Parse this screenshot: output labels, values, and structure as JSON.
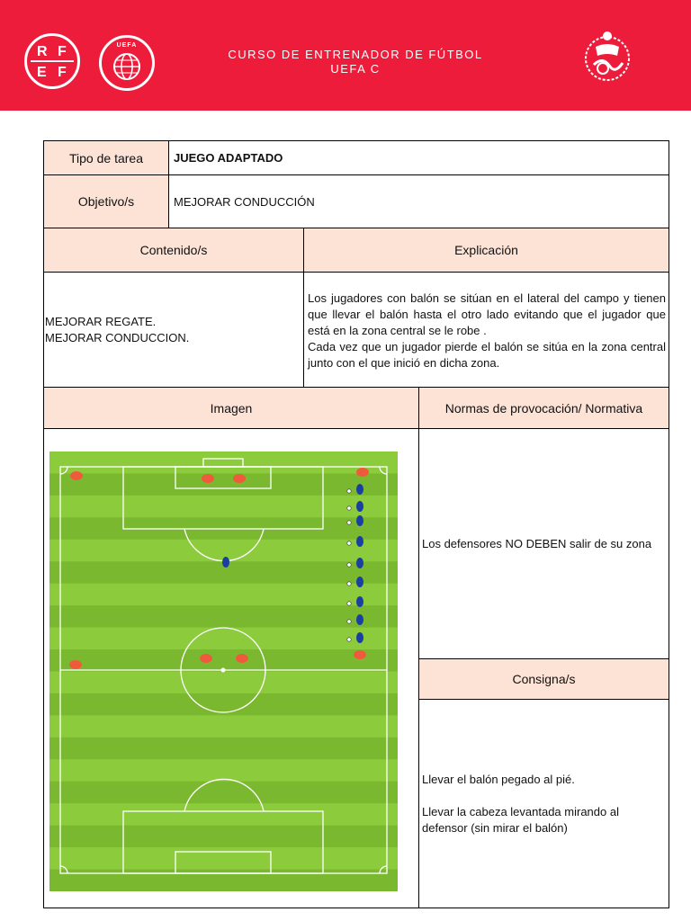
{
  "header": {
    "course_title_line1": "CURSO DE ENTRENADOR DE FÚTBOL",
    "course_title_line2": "UEFA C",
    "rfef_letters": [
      "R",
      "F",
      "E",
      "F"
    ],
    "uefa_label": "UEFA",
    "background_color": "#ee1c3b"
  },
  "task": {
    "tipo_label": "Tipo de tarea",
    "tipo_value": "JUEGO ADAPTADO",
    "objetivo_label": "Objetivo/s",
    "objetivo_value": "MEJORAR CONDUCCIÓN",
    "contenido_label": "Contenido/s",
    "explicacion_label": "Explicación",
    "contenido_lines": [
      "MEJORAR REGATE.",
      "MEJORAR CONDUCCION."
    ],
    "explicacion_paragraphs": [
      "Los jugadores con balón se sitúan en el lateral del campo y tienen que llevar el balón hasta el otro lado evitando que el jugador que está en la zona central se le robe .",
      "Cada vez que un jugador pierde el balón se sitúa en la zona central junto con el que inició en dicha zona."
    ],
    "imagen_label": "Imagen",
    "normas_label": "Normas de provocación/ Normativa",
    "normas_text": "Los defensores NO DEBEN salir de su zona",
    "consigna_label": "Consigna/s",
    "consigna_paragraphs": [
      "Llevar el balón pegado al pié.",
      "Llevar la cabeza levantada mirando al defensor (sin mirar el balón)"
    ],
    "header_cell_color": "#fde3d6"
  },
  "pitch": {
    "grass_light": "#8ccb3c",
    "grass_dark": "#7ab92f",
    "cone_color": "#f05a3c",
    "player_color": "#1a3fa0"
  }
}
